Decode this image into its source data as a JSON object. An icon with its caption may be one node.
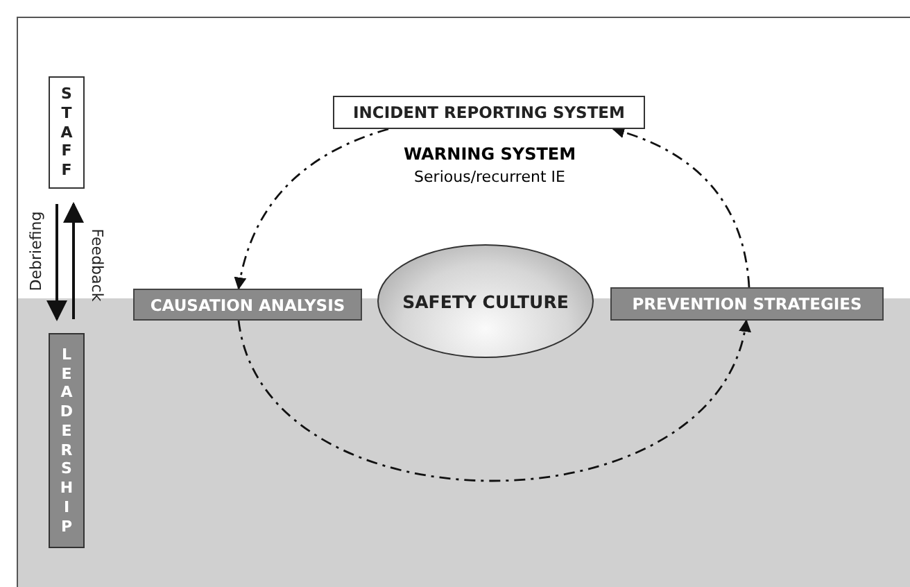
{
  "diagram": {
    "nodes": [
      {
        "text": [
          "STAFF"
        ]
      },
      {
        "text": [
          "LEADERSHIP"
        ]
      },
      {
        "text": [
          "INCIDENT REPORTING SYSTEM"
        ]
      },
      {
        "text": [
          "CAUSATION ANALYSIS"
        ]
      },
      {
        "text": [
          "SAFETY CULTURE"
        ]
      },
      {
        "text": [
          "PREVENTION STRATEGIES"
        ]
      }
    ],
    "edges": [
      {
        "from": 0,
        "to": 1,
        "arrow": "to",
        "label": "Debriefing"
      },
      {
        "from": 1,
        "to": 0,
        "arrow": "to",
        "label": "Feedback"
      },
      {
        "from": 2,
        "to": 3,
        "arrow": "to",
        "style": "dashed"
      },
      {
        "from": 3,
        "to": 5,
        "arrow": "to",
        "style": "dashed"
      },
      {
        "from": 5,
        "to": 2,
        "arrow": "to",
        "style": "dashed"
      }
    ],
    "labels": [
      "WARNING SYSTEM",
      "Serious/recurrent IE"
    ]
  }
}
